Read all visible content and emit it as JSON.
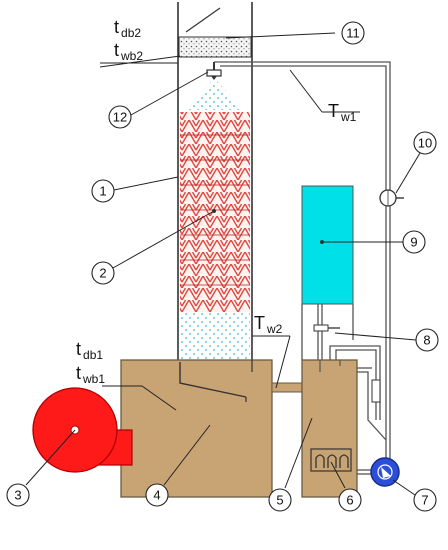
{
  "diagram": {
    "labels": {
      "t_db2": {
        "main": "t",
        "sub": "db2"
      },
      "t_wb2": {
        "main": "t",
        "sub": "wb2"
      },
      "T_w1": {
        "main": "T",
        "sub": "w1"
      },
      "T_w2": {
        "main": "T",
        "sub": "w2"
      },
      "t_db1": {
        "main": "t",
        "sub": "db1"
      },
      "t_wb1": {
        "main": "t",
        "sub": "wb1"
      }
    },
    "callouts": [
      "1",
      "2",
      "3",
      "4",
      "5",
      "6",
      "7",
      "8",
      "9",
      "10",
      "11",
      "12"
    ],
    "colors": {
      "tank": "#c8a373",
      "tank_stroke": "#6d5a41",
      "packing_hatch": "#e0483f",
      "spray_dots": "#3fb8d6",
      "reservoir": "#00e0e8",
      "blower": "#ff1a1a",
      "pump": "#2b4fd9"
    }
  }
}
